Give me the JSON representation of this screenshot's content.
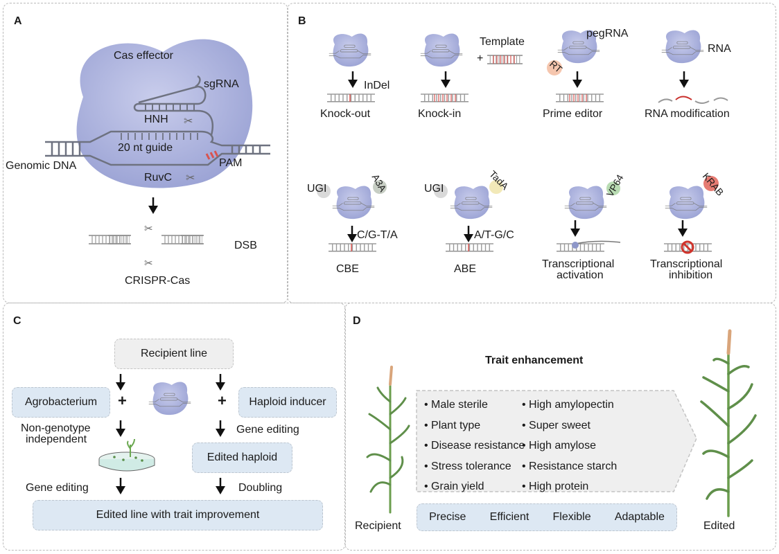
{
  "panels": {
    "a": {
      "label": "A",
      "cas_effector": "Cas effector",
      "sgrna": "sgRNA",
      "hnh": "HNH",
      "guide": "20 nt guide",
      "genomic_dna": "Genomic DNA",
      "ruvc": "RuvC",
      "pam": "PAM",
      "dsb": "DSB",
      "caption": "CRISPR-Cas"
    },
    "b": {
      "label": "B",
      "items": [
        {
          "caption": "Knock-out",
          "annotation": "InDel"
        },
        {
          "caption": "Knock-in",
          "annotation": "Template"
        },
        {
          "caption": "Prime editor",
          "annotation": "pegRNA",
          "enzyme": "RT"
        },
        {
          "caption": "RNA modification",
          "annotation": "RNA"
        },
        {
          "caption": "CBE",
          "annotation": "C/G-T/A",
          "enzyme": "A3A",
          "inhibitor": "UGI"
        },
        {
          "caption": "ABE",
          "annotation": "A/T-G/C",
          "enzyme": "TadA",
          "inhibitor": "UGI"
        },
        {
          "caption_line1": "Transcriptional",
          "caption_line2": "activation",
          "enzyme": "VP64"
        },
        {
          "caption_line1": "Transcriptional",
          "caption_line2": "inhibition",
          "enzyme": "KRAB"
        }
      ],
      "plus": "+"
    },
    "c": {
      "label": "C",
      "recipient_line": "Recipient line",
      "agrobacterium": "Agrobacterium",
      "haploid_inducer": "Haploid inducer",
      "plus": "+",
      "non_genotype_1": "Non-genotype",
      "non_genotype_2": "independent",
      "gene_editing_right": "Gene editing",
      "edited_haploid": "Edited haploid",
      "gene_editing_left": "Gene editing",
      "doubling": "Doubling",
      "edited_line": "Edited line with trait improvement"
    },
    "d": {
      "label": "D",
      "title": "Trait enhancement",
      "traits_left": [
        "Male sterile",
        "Plant type",
        "Disease resistance",
        "Stress tolerance",
        "Grain yield"
      ],
      "traits_right": [
        "High amylopectin",
        "Super sweet",
        "High amylose",
        "Resistance starch",
        "High protein"
      ],
      "features": [
        "Precise",
        "Efficient",
        "Flexible",
        "Adaptable"
      ],
      "recipient": "Recipient",
      "edited": "Edited"
    }
  },
  "colors": {
    "protein": "#a9b0dc",
    "dna": "#8a8f99",
    "edit_red": "#d9534f",
    "box_blue": "#dde8f3",
    "box_gray": "#efefef",
    "leaf": "#5f8f4a",
    "tassel": "#d9a57b"
  }
}
